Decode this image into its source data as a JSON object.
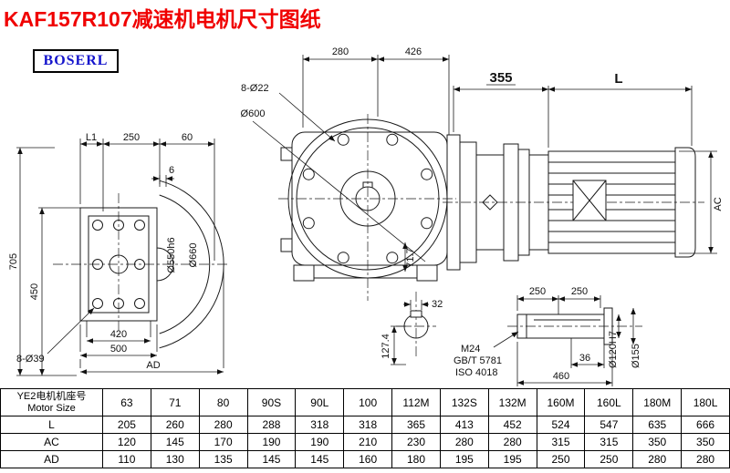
{
  "page": {
    "title": "KAF157R107减速机电机尺寸图纸",
    "logo": "BOSERL"
  },
  "dims": {
    "top_280": "280",
    "top_426": "426",
    "top_355": "355",
    "top_L": "L",
    "holes8_22": "8-Ø22",
    "dia600": "Ø600",
    "ac": "AC",
    "l1": "L1",
    "d250": "250",
    "d60": "60",
    "d6": "6",
    "d705": "705",
    "d450": "450",
    "dia550": "Ø550h6",
    "dia660": "Ø660",
    "d420": "420",
    "d500": "500",
    "holes8_39": "8-Ø39",
    "ad": "AD",
    "d32": "32",
    "d71_7": "71.7",
    "d127_4": "127.4",
    "d250a": "250",
    "d250b": "250",
    "m24": "M24",
    "gb": "GB/T 5781",
    "iso": "ISO 4018",
    "d36": "36",
    "d460": "460",
    "dia120": "Ø120H7",
    "dia155": "Ø155"
  },
  "table": {
    "header": {
      "line1": "YE2电机机座号",
      "line2": "Motor Size"
    },
    "sizes": [
      "63",
      "71",
      "80",
      "90S",
      "90L",
      "100",
      "112M",
      "132S",
      "132M",
      "160M",
      "160L",
      "180M",
      "180L"
    ],
    "rows": [
      {
        "label": "L",
        "values": [
          "205",
          "260",
          "280",
          "288",
          "318",
          "318",
          "365",
          "413",
          "452",
          "524",
          "547",
          "635",
          "666"
        ]
      },
      {
        "label": "AC",
        "values": [
          "120",
          "145",
          "170",
          "190",
          "190",
          "210",
          "230",
          "280",
          "280",
          "315",
          "315",
          "350",
          "350"
        ]
      },
      {
        "label": "AD",
        "values": [
          "110",
          "130",
          "135",
          "145",
          "145",
          "160",
          "180",
          "195",
          "195",
          "250",
          "250",
          "280",
          "280"
        ]
      }
    ]
  }
}
